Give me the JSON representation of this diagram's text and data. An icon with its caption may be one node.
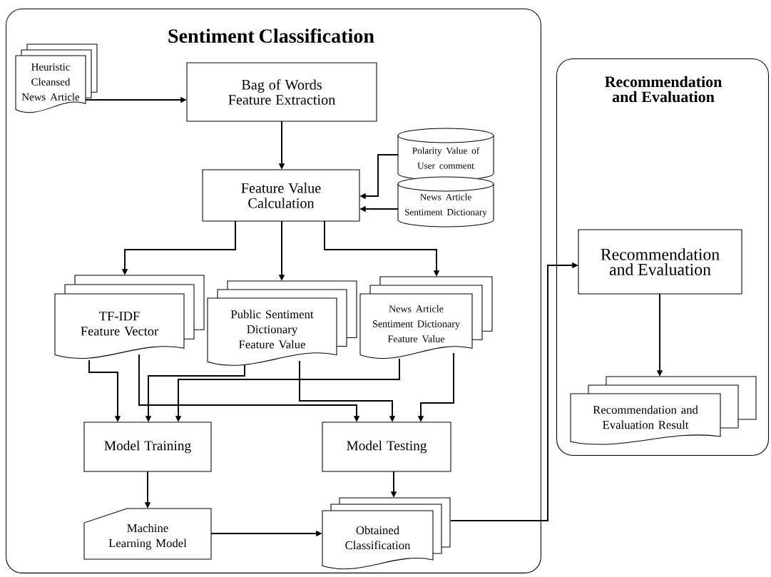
{
  "diagram": {
    "nodes": [
      {
        "text": [
          "Sentiment Classification"
        ]
      },
      {
        "text": [
          "Recommendation and Evaluation"
        ]
      },
      {
        "text": [
          "Heuristic Cleansed News Article"
        ],
        "in": 0
      },
      {
        "text": [
          "Bag of Words Feature Extraction"
        ],
        "in": 0
      },
      {
        "text": [
          "Polarity Value of User comment"
        ],
        "in": 0
      },
      {
        "text": [
          "News Article Sentiment Dictionary"
        ],
        "in": 0
      },
      {
        "text": [
          "Feature Value Calculation"
        ],
        "in": 0
      },
      {
        "text": [
          "TF-IDF Feature Vector"
        ],
        "in": 0
      },
      {
        "text": [
          "Public Sentiment Dictionary Feature Value"
        ],
        "in": 0
      },
      {
        "text": [
          "News Article Sentiment Dictionary Feature Value"
        ],
        "in": 0
      },
      {
        "text": [
          "Model Training"
        ],
        "in": 0
      },
      {
        "text": [
          "Model Testing"
        ],
        "in": 0
      },
      {
        "text": [
          "Machine Learning Model"
        ],
        "in": 0
      },
      {
        "text": [
          "Obtained Classification"
        ],
        "in": 0
      },
      {
        "text": [
          "Recommendation and Evaluation"
        ],
        "in": 1
      },
      {
        "text": [
          "Recommendation and Evaluation Result"
        ],
        "in": 1
      }
    ],
    "edges": [
      {
        "from": 2,
        "to": 3,
        "arrow": "to"
      },
      {
        "from": 3,
        "to": 6,
        "arrow": "to"
      },
      {
        "from": 4,
        "to": 6,
        "arrow": "to"
      },
      {
        "from": 5,
        "to": 6,
        "arrow": "to"
      },
      {
        "from": 6,
        "to": 7,
        "arrow": "to"
      },
      {
        "from": 6,
        "to": 8,
        "arrow": "to"
      },
      {
        "from": 6,
        "to": 9,
        "arrow": "to"
      },
      {
        "from": 7,
        "to": 10,
        "arrow": "to"
      },
      {
        "from": 8,
        "to": 10,
        "arrow": "to"
      },
      {
        "from": 9,
        "to": 10,
        "arrow": "to"
      },
      {
        "from": 7,
        "to": 11,
        "arrow": "to"
      },
      {
        "from": 8,
        "to": 11,
        "arrow": "to"
      },
      {
        "from": 9,
        "to": 11,
        "arrow": "to"
      },
      {
        "from": 10,
        "to": 12,
        "arrow": "to"
      },
      {
        "from": 11,
        "to": 13,
        "arrow": "to"
      },
      {
        "from": 12,
        "to": 13,
        "arrow": "to"
      },
      {
        "from": 13,
        "to": 14,
        "arrow": "to"
      },
      {
        "from": 14,
        "to": 15,
        "arrow": "to"
      }
    ]
  }
}
